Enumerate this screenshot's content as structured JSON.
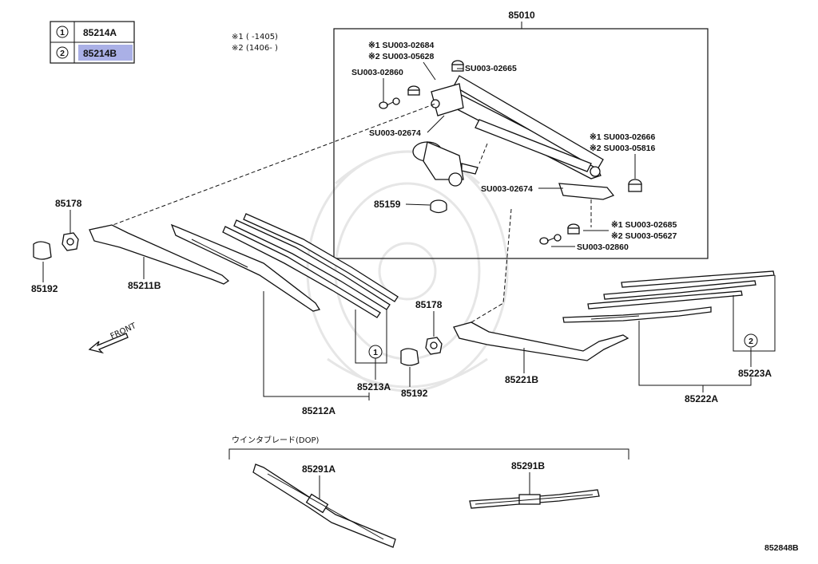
{
  "legend": {
    "rows": [
      {
        "key": "1",
        "part": "85214A",
        "highlighted": false
      },
      {
        "key": "2",
        "part": "85214B",
        "highlighted": true
      }
    ],
    "highlight_color": "#aab0e6"
  },
  "notes": {
    "note1": "※1 (      -1405)",
    "note2": "※2 (1406-      )"
  },
  "labels": {
    "p85010": "85010",
    "su_2684": "※1 SU003-02684",
    "su_5628": "※2 SU003-05628",
    "su_2665": "SU003-02665",
    "su_2860a": "SU003-02860",
    "su_2674a": "SU003-02674",
    "su_2666": "※1 SU003-02666",
    "su_5816": "※2 SU003-05816",
    "su_2674b": "SU003-02674",
    "p85159": "85159",
    "su_2685": "※1 SU003-02685",
    "su_5627": "※2 SU003-05627",
    "su_2860b": "SU003-02860",
    "p85178a": "85178",
    "p85192a": "85192",
    "p85211b": "85211B",
    "front": "FRONT",
    "key1": "1",
    "p85213a": "85213A",
    "p85212a": "85212A",
    "p85178b": "85178",
    "p85192b": "85192",
    "p85221b": "85221B",
    "key2": "2",
    "p85223a": "85223A",
    "p85222a": "85222A",
    "dop": "ウインタブレード(DOP)",
    "p85291a": "85291A",
    "p85291b": "85291B",
    "ref": "852848B"
  }
}
